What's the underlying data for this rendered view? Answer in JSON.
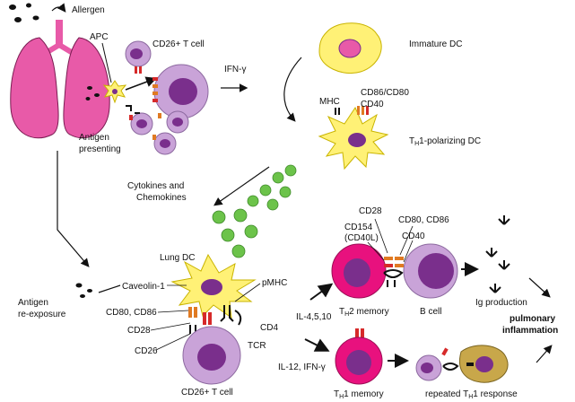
{
  "colors": {
    "lung": "#e85aa8",
    "lung_dark": "#7a1c52",
    "cell_fill": "#c9a3d8",
    "cell_stroke": "#8d6aa0",
    "nucleus": "#7a2f8c",
    "dc_yellow": "#fff176",
    "dc_stroke": "#c9b400",
    "th2_pink": "#e8117e",
    "chemokine": "#6cc34a",
    "receptor_orange": "#e07a22",
    "receptor_red": "#d62a2a",
    "ig_brown": "#c8a74a"
  },
  "labels": {
    "allergen": "Allergen",
    "apc": "APC",
    "cd26_t_cell_top": "CD26+ T cell",
    "antigen_presenting_1": "Antigen",
    "antigen_presenting_2": "presenting",
    "ifn_gamma": "IFN-γ",
    "immature_dc": "Immature DC",
    "mhc": "MHC",
    "cd86_cd80_top": "CD86/CD80",
    "cd40_top": "CD40",
    "th1_polarizing_dc": "TH1-polarizing DC",
    "cytokines_1": "Cytokines and",
    "cytokines_2": "Chemokines",
    "lung_dc": "Lung DC",
    "caveolin": "Caveolin-1",
    "pmhc": "pMHC",
    "cd80_cd86_left": "CD80, CD86",
    "cd28_left": "CD28",
    "cd26": "CD26",
    "cd4": "CD4",
    "tcr": "TCR",
    "cd26_t_cell_bottom": "CD26+ T cell",
    "antigen_reexposure_1": "Antigen",
    "antigen_reexposure_2": "re-exposure",
    "il_4510": "IL-4,5,10",
    "il_12": "IL-12, IFN-γ",
    "cd28_mid": "CD28",
    "cd154": "CD154",
    "cd40l": "(CD40L)",
    "cd80_cd86_right": "CD80, CD86",
    "cd40_right": "CD40",
    "th2_memory": "TH2 memory",
    "b_cell": "B cell",
    "ig_production": "Ig production",
    "pulmonary_1": "pulmonary",
    "pulmonary_2": "inflammation",
    "th1_memory": "TH1 memory",
    "repeated_th1": "repeated TH1 response"
  }
}
